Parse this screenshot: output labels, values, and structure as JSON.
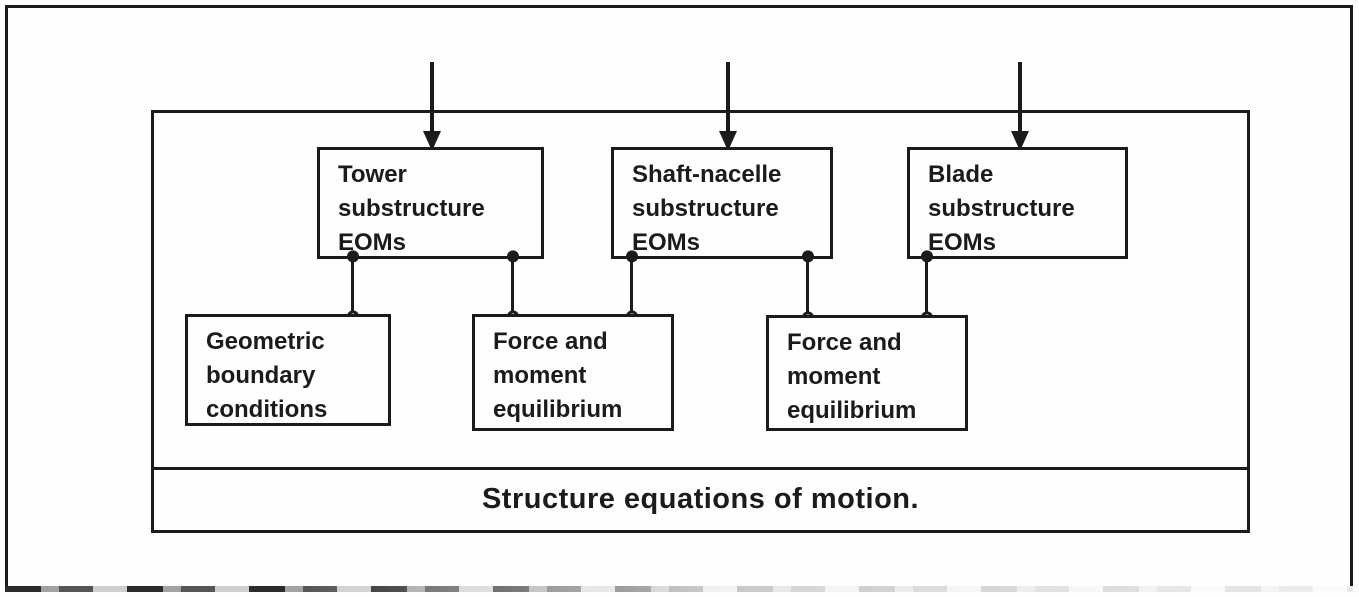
{
  "page": {
    "background_color": "#fefefe",
    "ink_color": "#1b1b1b"
  },
  "diagram": {
    "caption": "Structure equations of motion.",
    "substructure_boxes": [
      {
        "id": "tower",
        "label": "Tower\nsubstructure\nEOMs"
      },
      {
        "id": "shaft-nacelle",
        "label": "Shaft-nacelle\nsubstructure\nEOMs"
      },
      {
        "id": "blade",
        "label": "Blade\nsubstructure\nEOMs"
      }
    ],
    "constraint_boxes": [
      {
        "id": "geometric-boundary",
        "label": "Geometric\nboundary\nconditions"
      },
      {
        "id": "force-moment-1",
        "label": "Force and\nmoment\nequilibrium"
      },
      {
        "id": "force-moment-2",
        "label": "Force and\nmoment\nequilibrium"
      }
    ],
    "input_arrows": 3,
    "connectors": [
      {
        "from": "tower",
        "to": "geometric-boundary"
      },
      {
        "from": "tower",
        "to": "force-moment-1"
      },
      {
        "from": "shaft-nacelle",
        "to": "force-moment-1"
      },
      {
        "from": "shaft-nacelle",
        "to": "force-moment-2"
      },
      {
        "from": "blade",
        "to": "force-moment-2"
      }
    ]
  }
}
